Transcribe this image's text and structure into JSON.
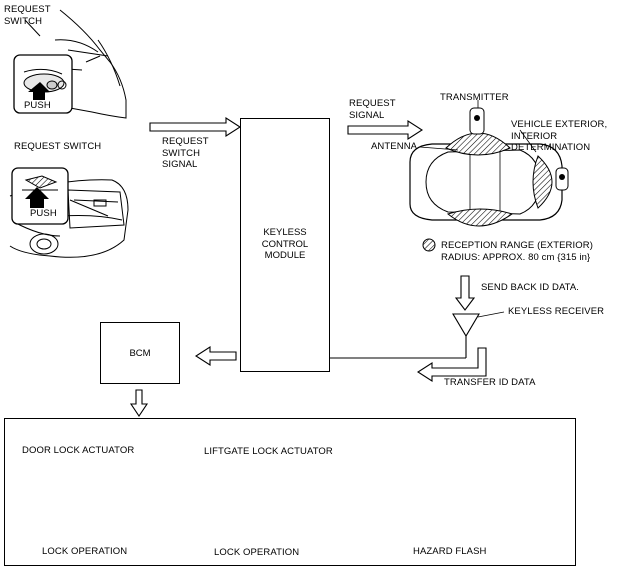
{
  "labels": {
    "request_switch_door": "REQUEST\nSWITCH",
    "push_door": "PUSH",
    "request_switch_liftgate": "REQUEST SWITCH",
    "push_liftgate": "PUSH",
    "request_switch_signal": "REQUEST\nSWITCH\nSIGNAL",
    "request_signal": "REQUEST\nSIGNAL",
    "transmitter": "TRANSMITTER",
    "antenna": "ANTENNA",
    "determination": "VEHICLE EXTERIOR,\nINTERIOR\nDETERMINATION",
    "reception_range": "RECEPTION RANGE (EXTERIOR)\nRADIUS: APPROX. 80 cm {315 in}",
    "send_back": "SEND BACK ID DATA.",
    "keyless_receiver": "KEYLESS RECEIVER",
    "transfer_id": "TRANSFER ID DATA",
    "bcm": "BCM",
    "keyless_module": "KEYLESS\nCONTROL\nMODULE",
    "door_lock_actuator": "DOOR LOCK ACTUATOR",
    "liftgate_lock_actuator": "LIFTGATE LOCK ACTUATOR",
    "lock_operation_1": "LOCK OPERATION",
    "lock_operation_2": "LOCK OPERATION",
    "hazard_flash": "HAZARD FLASH"
  }
}
